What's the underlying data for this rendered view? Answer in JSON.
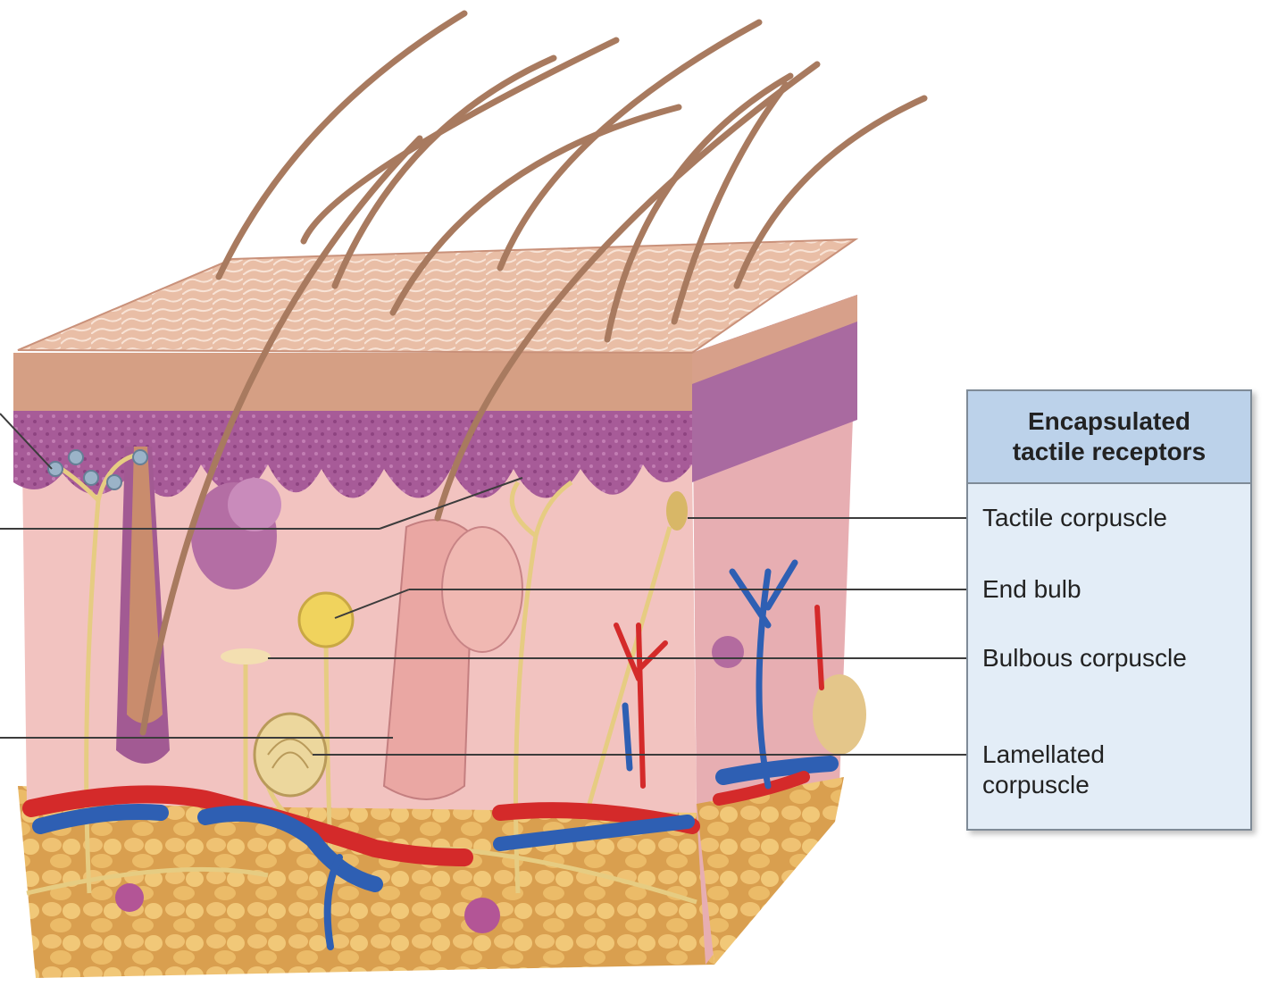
{
  "legend": {
    "title": "Encapsulated\ntactile receptors"
  },
  "labels": [
    {
      "name": "tactile-corpuscle-label",
      "text": "Tactile corpuscle"
    },
    {
      "name": "end-bulb-label",
      "text": "End bulb"
    },
    {
      "name": "bulbous-corpuscle-label",
      "text": "Bulbous corpuscle"
    },
    {
      "name": "lamellated-corpuscle-label",
      "text": "Lamellated\ncorpuscle"
    }
  ],
  "colors": {
    "epidermis_surface": "#e8b9a0",
    "epidermis": "#d9a288",
    "basal_layer": "#9c4d8c",
    "dermis": "#f2c3c0",
    "hypodermis_fat": "#e8b865",
    "artery": "#d42a2a",
    "vein": "#2e5fb3",
    "nerve": "#e6cc82",
    "hair": "#a87a5f"
  }
}
